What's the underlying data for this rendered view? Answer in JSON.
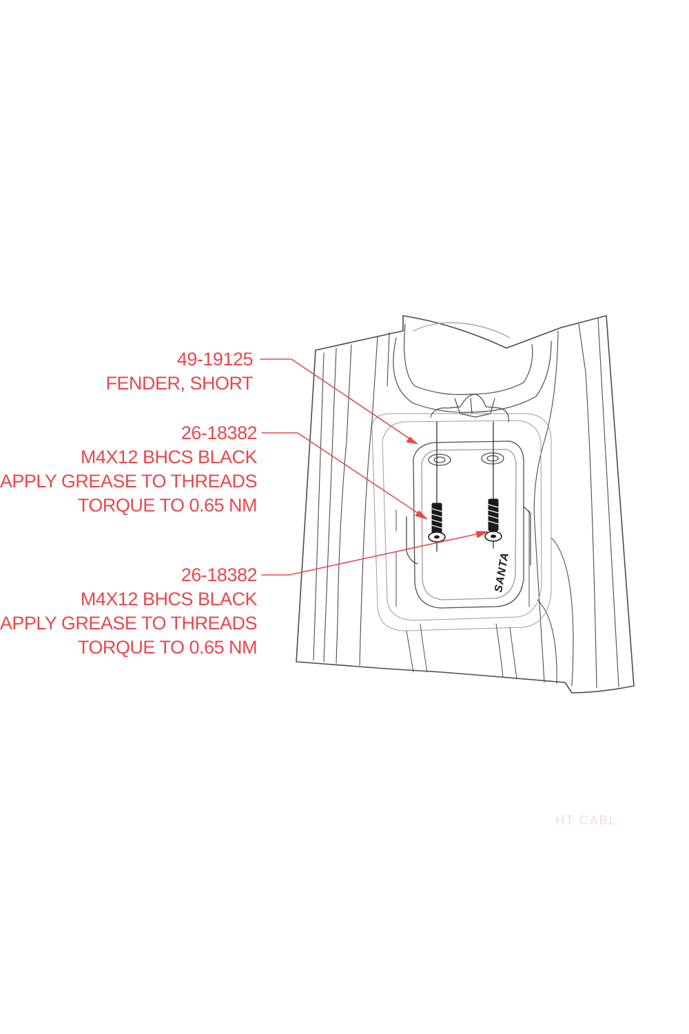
{
  "colors": {
    "callout": "#e8474b",
    "line": "#4a4a4a",
    "faint_line": "#9a9a9a",
    "screw": "#1a1a1a",
    "faded_text": "#f1dcdc"
  },
  "callouts": [
    {
      "part_number": "49-19125",
      "lines": [
        "FENDER, SHORT"
      ]
    },
    {
      "part_number": "26-18382",
      "lines": [
        "M4X12 BHCS BLACK",
        "APPLY GREASE TO THREADS",
        "TORQUE TO 0.65 NM"
      ]
    },
    {
      "part_number": "26-18382",
      "lines": [
        "M4X12 BHCS BLACK",
        "APPLY GREASE TO THREADS",
        "TORQUE TO 0.65 NM"
      ]
    }
  ],
  "fender_logo": "SANTA",
  "faded_label": "HT CABL"
}
